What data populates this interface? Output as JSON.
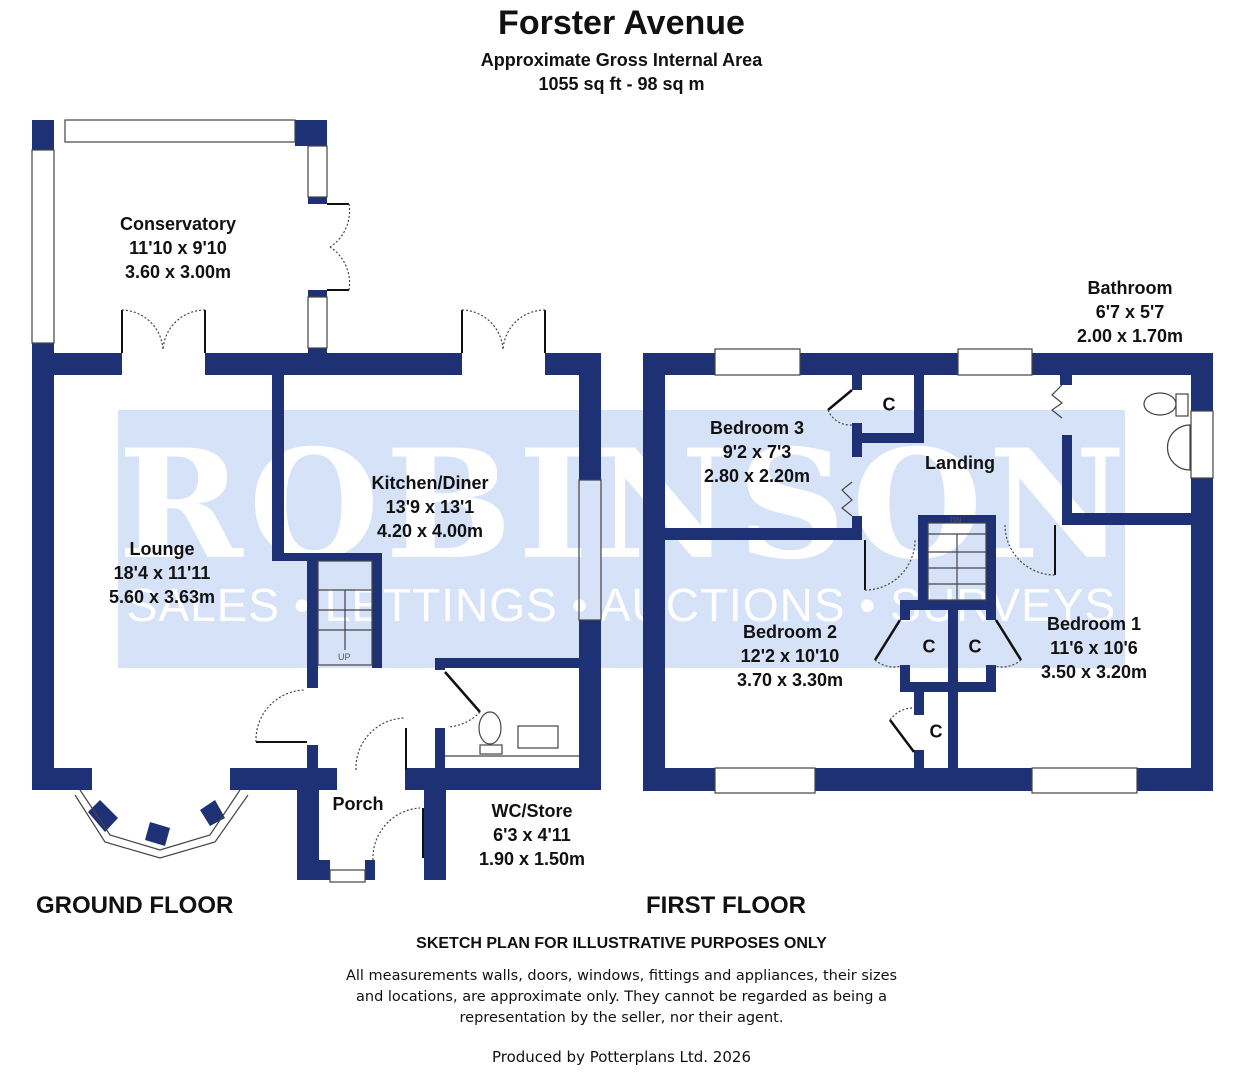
{
  "header": {
    "title": "Forster Avenue",
    "subtitle": "Approximate Gross Internal Area",
    "area": "1055 sq ft - 98 sq m"
  },
  "watermark": {
    "brand": "ROBINSONS",
    "tagline": "SALES • LETTINGS • AUCTIONS • SURVEYS",
    "band_color": "#d6e2f8"
  },
  "colors": {
    "wall": "#1f3175",
    "background": "#ffffff",
    "text": "#111111"
  },
  "ground_floor": {
    "label": "GROUND FLOOR",
    "rooms": [
      {
        "name": "Conservatory",
        "imperial": "11'10 x 9'10",
        "metric": "3.60 x 3.00m"
      },
      {
        "name": "Kitchen/Diner",
        "imperial": "13'9 x 13'1",
        "metric": "4.20 x 4.00m"
      },
      {
        "name": "Lounge",
        "imperial": "18'4 x 11'11",
        "metric": "5.60 x 3.63m"
      },
      {
        "name": "Porch"
      },
      {
        "name": "WC/Store",
        "imperial": "6'3 x 4'11",
        "metric": "1.90 x 1.50m"
      }
    ],
    "stairs_label": "UP"
  },
  "first_floor": {
    "label": "FIRST FLOOR",
    "rooms": [
      {
        "name": "Bathroom",
        "imperial": "6'7 x 5'7",
        "metric": "2.00 x 1.70m"
      },
      {
        "name": "Bedroom 3",
        "imperial": "9'2 x 7'3",
        "metric": "2.80 x 2.20m"
      },
      {
        "name": "Landing"
      },
      {
        "name": "Bedroom 2",
        "imperial": "12'2 x 10'10",
        "metric": "3.70 x 3.30m"
      },
      {
        "name": "Bedroom 1",
        "imperial": "11'6 x 10'6",
        "metric": "3.50 x 3.20m"
      }
    ],
    "closet_label": "C",
    "stairs_label": "DN"
  },
  "footer": {
    "heading": "SKETCH PLAN FOR ILLUSTRATIVE PURPOSES ONLY",
    "disclaimer": "All measurements walls, doors, windows, fittings and appliances, their sizes and locations, are approximate only. They cannot be regarded as being a representation by the seller, nor their agent.",
    "producer": "Produced by Potterplans Ltd. 2026"
  }
}
